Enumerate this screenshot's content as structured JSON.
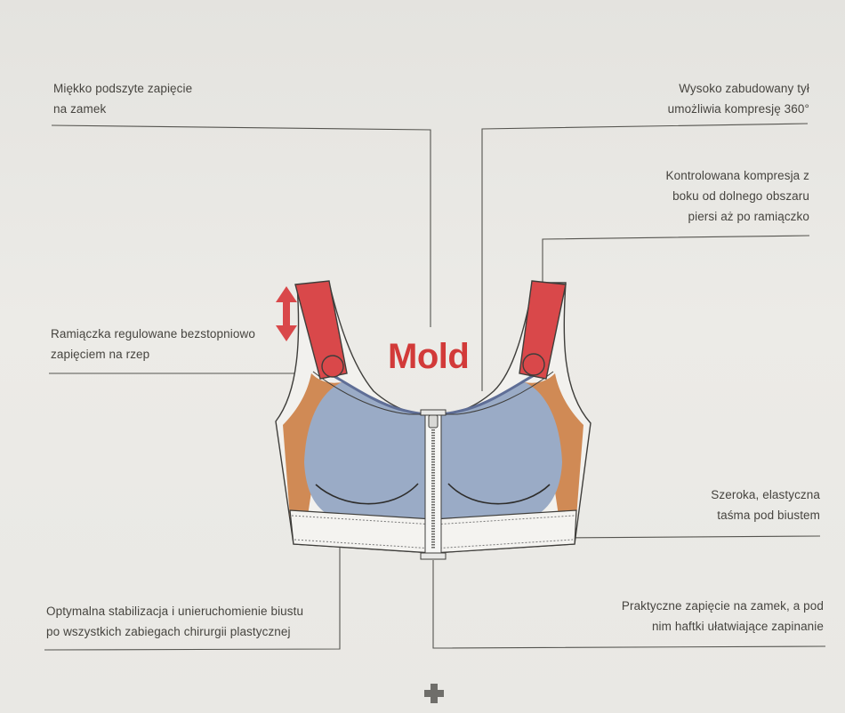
{
  "brand": {
    "name": "Mold",
    "color": "#d23a39"
  },
  "annotations": {
    "top_left": [
      "Miękko podszyte zapięcie",
      "na zamek"
    ],
    "top_right": [
      "Wysoko zabudowany tył",
      "umożliwia kompresję 360°"
    ],
    "mid_right": [
      "Kontrolowana kompresja z",
      "boku od dolnego obszaru",
      "piersi aż po ramiączko"
    ],
    "straps": [
      "Ramiączka regulowane bezstopniowo",
      "zapięciem na rzep"
    ],
    "band": [
      "Szeroka, elastyczna",
      "taśma pod biustem"
    ],
    "stabilization": [
      "Optymalna stabilizacja i unieruchomienie biustu",
      "po wszystkich zabiegach chirurgii plastycznej"
    ],
    "zipper": [
      "Praktyczne zapięcie na zamek, a pod",
      "nim haftki ułatwiające zapinanie"
    ]
  },
  "colors": {
    "background": "#e9e8e4",
    "strap_red": "#d9484a",
    "side_panel_orange": "#d08a55",
    "cup_blue": "#9aabc6",
    "band_white": "#f2f1ee",
    "leader_line": "#55544f"
  },
  "icons": {
    "adjust_arrow": "double-headed-arrow-icon",
    "footer": "plus-cross-icon"
  }
}
